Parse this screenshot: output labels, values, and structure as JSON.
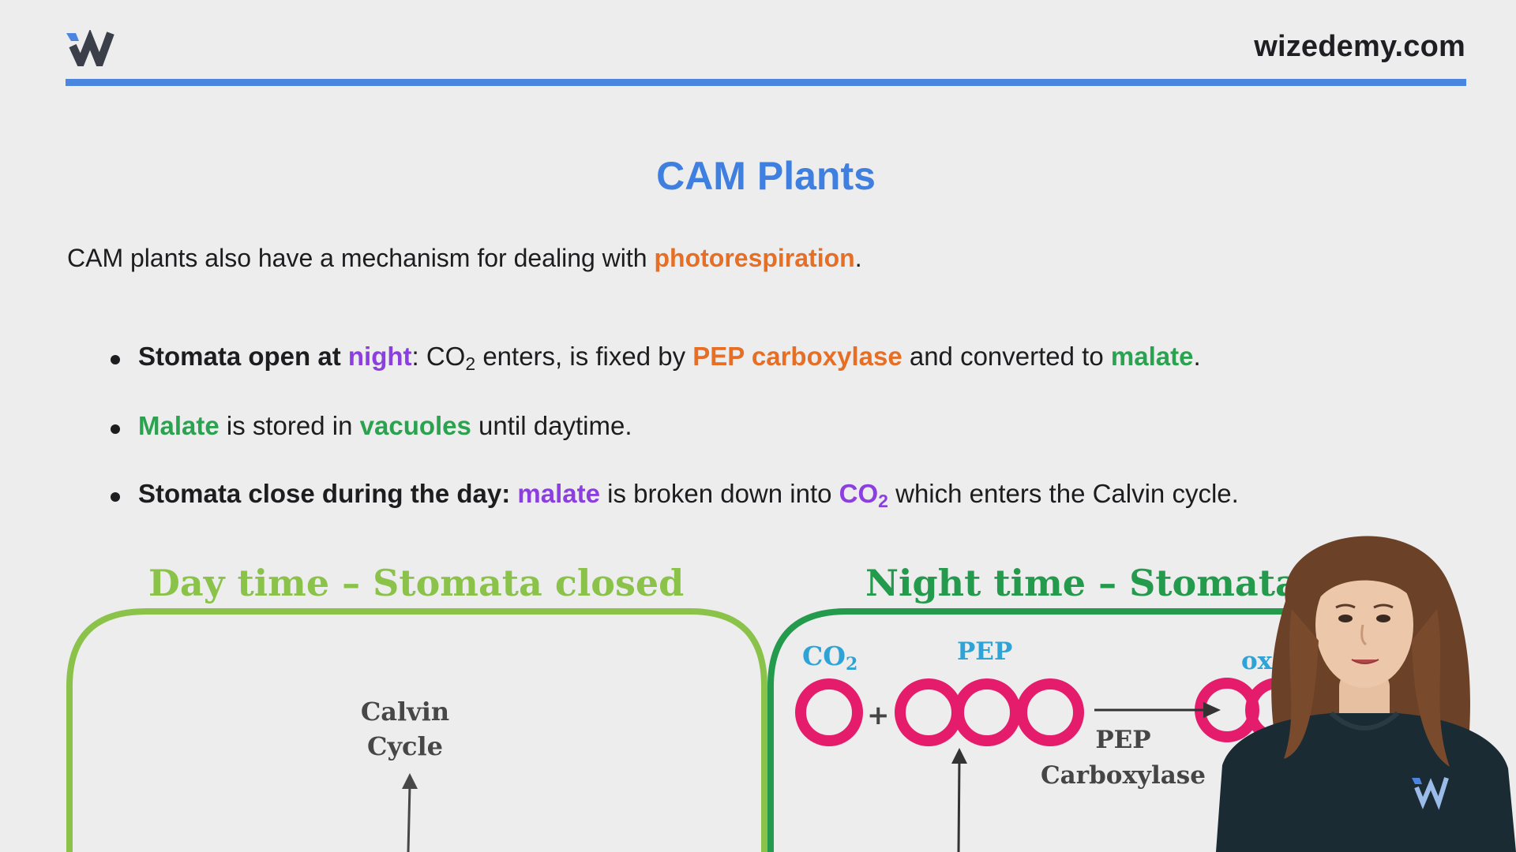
{
  "header": {
    "logo_icon": "wizedemy-w-logo",
    "site": "wizedemy.com"
  },
  "title": "CAM Plants",
  "intro": {
    "text": "CAM plants also have a mechanism for dealing with ",
    "highlight": "photorespiration",
    "end": "."
  },
  "bullets": [
    {
      "lead": "Stomata open at ",
      "lead_highlight": "night",
      "after_colon": ": CO",
      "sub": "2",
      "mid": " enters, is fixed by ",
      "enzyme": "PEP carboxylase",
      "mid2": " and converted to ",
      "product": "malate",
      "end": "."
    },
    {
      "lead": "Malate",
      "mid": " is stored in ",
      "place": "vacuoles",
      "end": " until daytime."
    },
    {
      "lead": "Stomata close during the day:",
      "space": " ",
      "subject": "malate",
      "mid": " is broken down into ",
      "co2": "CO",
      "sub": "2",
      "end": " which enters the Calvin cycle."
    }
  ],
  "diagram": {
    "day_title": "Day time – Stomata closed",
    "night_title": "Night time – Stomata c",
    "calvin_line1": "Calvin",
    "calvin_line2": "Cycle",
    "co2": "CO",
    "co2_sub": "2",
    "plus": "+",
    "pep": "PEP",
    "oxa": "oxa",
    "enzyme_line1": "PEP",
    "enzyme_line2": "Carboxylase"
  },
  "colors": {
    "accent_blue": "#4a86e0",
    "title_blue": "#3f7fdf",
    "orange": "#e66e25",
    "purple": "#8b3fde",
    "green": "#2aa24f",
    "day_green": "#8bc34a",
    "night_green": "#239a4c",
    "molecule_pink": "#e51c6b"
  }
}
